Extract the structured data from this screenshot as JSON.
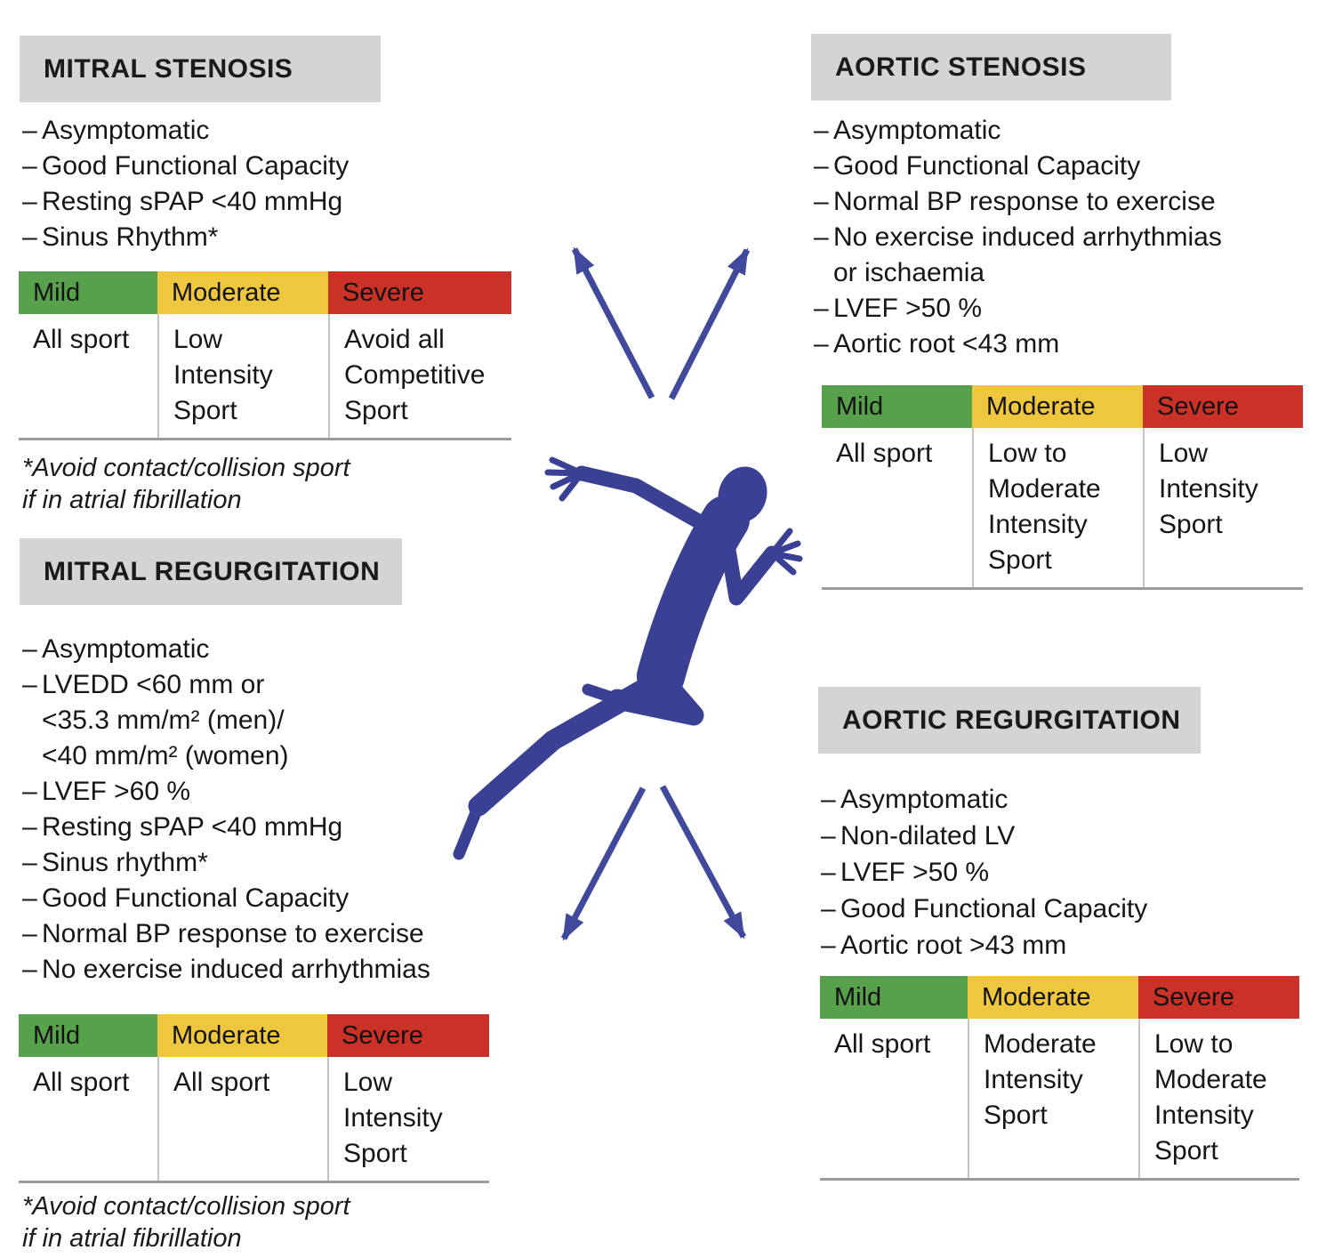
{
  "bullet": "–",
  "palette": {
    "mild_green": "#58a14c",
    "moderate_amber": "#efc73e",
    "severe_red": "#cb3227",
    "title_bar_gray": "#d4d4d4",
    "figure_blue": "#3a4195",
    "arrow_blue": "#41499c",
    "text_black": "#161616",
    "table_rule_gray": "#9b9b9b"
  },
  "sections": {
    "mitral_stenosis": {
      "title": "MITRAL STENOSIS",
      "criteria": [
        "Asymptomatic",
        "Good Functional Capacity",
        "Resting sPAP <40 mmHg",
        "Sinus Rhythm*"
      ],
      "table": {
        "headers": [
          "Mild",
          "Moderate",
          "Severe"
        ],
        "cells": [
          "All sport",
          "Low Intensity Sport",
          "Avoid all Competitive Sport"
        ]
      },
      "footnote": [
        "*Avoid contact/collision sport",
        "if in atrial fibrillation"
      ]
    },
    "aortic_stenosis": {
      "title": "AORTIC STENOSIS",
      "criteria": [
        "Asymptomatic",
        "Good Functional Capacity",
        "Normal BP response to exercise",
        "No exercise induced arrhythmias",
        "or ischaemia",
        "LVEF >50 %",
        "Aortic root <43 mm"
      ],
      "table": {
        "headers": [
          "Mild",
          "Moderate",
          "Severe"
        ],
        "cells": [
          "All sport",
          "Low to Moderate Intensity Sport",
          "Low Intensity Sport"
        ]
      }
    },
    "mitral_regurgitation": {
      "title": "MITRAL REGURGITATION",
      "criteria": [
        "Asymptomatic",
        "LVEDD <60 mm or",
        "<35.3 mm/m² (men)/",
        "<40 mm/m² (women)",
        "LVEF >60 %",
        "Resting sPAP <40 mmHg",
        "Sinus rhythm*",
        "Good Functional Capacity",
        "Normal BP response to exercise",
        "No exercise induced arrhythmias"
      ],
      "table": {
        "headers": [
          "Mild",
          "Moderate",
          "Severe"
        ],
        "cells": [
          "All sport",
          "All sport",
          "Low Intensity Sport"
        ]
      },
      "footnote": [
        "*Avoid contact/collision sport",
        "if in atrial fibrillation"
      ]
    },
    "aortic_regurgitation": {
      "title": "AORTIC REGURGITATION",
      "criteria": [
        "Asymptomatic",
        "Non-dilated LV",
        "LVEF >50 %",
        "Good Functional Capacity",
        "Aortic root >43 mm"
      ],
      "table": {
        "headers": [
          "Mild",
          "Moderate",
          "Severe"
        ],
        "cells": [
          "All sport",
          "Moderate Intensity Sport",
          "Low to Moderate Intensity Sport"
        ]
      }
    }
  },
  "figure": {
    "icon": "sprinter-silhouette"
  }
}
